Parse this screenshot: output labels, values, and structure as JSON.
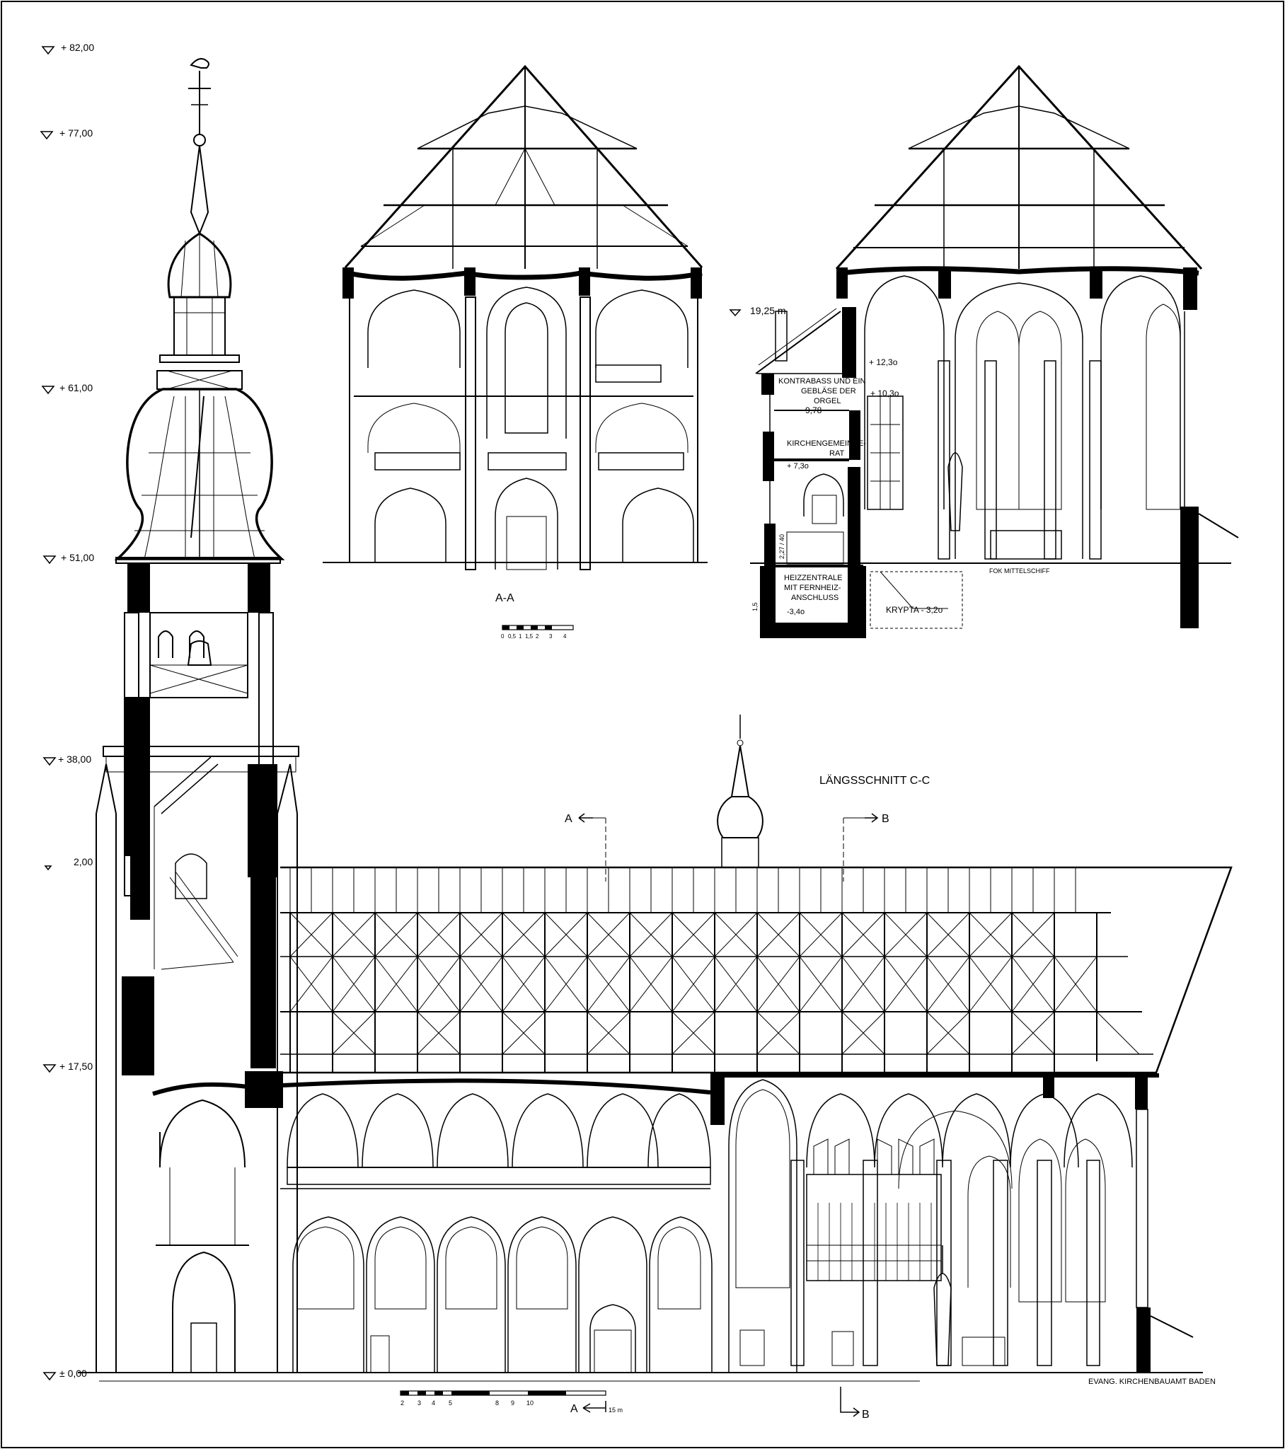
{
  "elevations": [
    "+ 82,00",
    "+ 77,00",
    "+ 61,00",
    "+ 51,00",
    "+ 38,00",
    "2,00",
    "+ 17,50",
    "± 0,00"
  ],
  "section_aa": {
    "title": "A-A",
    "scale_ticks": [
      "0",
      "0,5",
      "1",
      "1,5",
      "2",
      "3",
      "4"
    ]
  },
  "section_bb": {
    "level_19": "19,25 m",
    "labels": {
      "kontrabass": [
        "KONTRABASS UND EIN",
        "GEBLÄSE DER",
        "ORGEL"
      ],
      "kontrabass_level": "9,78",
      "kirchengemeinderat": [
        "KIRCHENGEMEINDE-",
        "RAT"
      ],
      "kirchengemeinderat_level": "+ 7,3o",
      "heizzentrale": [
        "HEIZZENTRALE",
        "MIT FERNHEIZ-",
        "ANSCHLUSS"
      ],
      "heiz_level": "-3,4o",
      "level_12": "+ 12,3o",
      "level_10": "+ 10,3o",
      "level_2": "2,27 / 40",
      "level_1": "1,5",
      "fok": "FOK MITTELSCHIFF",
      "krypta": "KRYPTA - 3,2o"
    }
  },
  "section_cc": {
    "title": "LÄNGSSCHNITT  C-C",
    "marker_a": "A",
    "marker_b": "B",
    "marker_a_bottom": "A",
    "marker_b_bottom": "B",
    "scale_ticks": [
      "2",
      "3",
      "4",
      "5",
      "",
      "8",
      "9",
      "10"
    ],
    "scale_unit": "15 m",
    "credit": "EVANG. KIRCHENBAUAMT BADEN"
  }
}
